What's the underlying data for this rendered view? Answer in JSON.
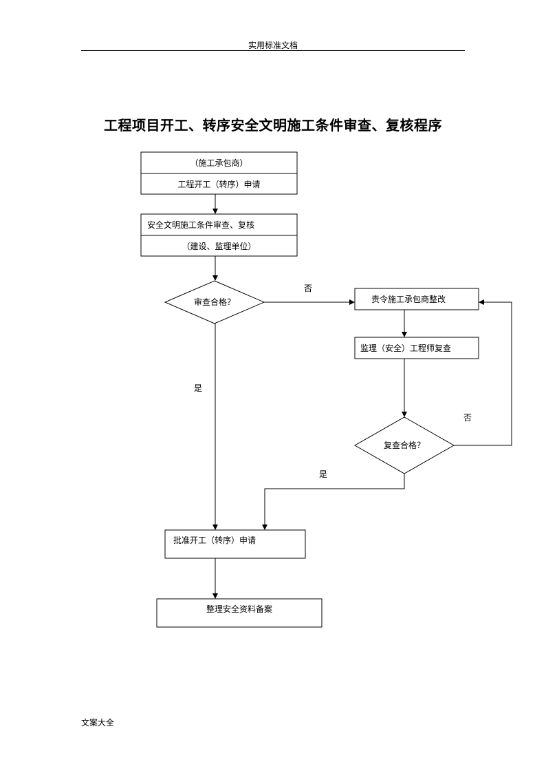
{
  "header": {
    "text": "实用标准文档"
  },
  "title": "工程项目开工、转序安全文明施工条件审查、复核程序",
  "flow": {
    "box1_top": "（施工承包商）",
    "box1_bottom": "工程开工（转序）申请",
    "box2_top": "安全文明施工条件审查、复核",
    "box2_bottom": "（建设、监理单位）",
    "decision1": "审查合格？",
    "no1": "否",
    "rectify": "责令施工承包商整改",
    "recheck": "监理（安全）工程师复查",
    "decision2": "复查合格？",
    "no2": "否",
    "yes1": "是",
    "yes2": "是",
    "approve": "批准开工（转序）申请",
    "archive": "整理安全资料备案"
  },
  "footer": {
    "text": "文案大全"
  }
}
